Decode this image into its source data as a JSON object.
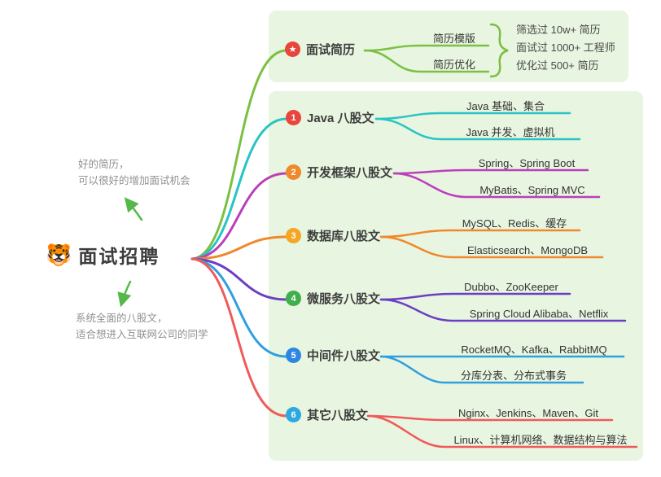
{
  "theme": {
    "background": "#ffffff",
    "panel_color": "#e8f5e0",
    "text_color": "#3c3c3c",
    "annotation_color": "#909090",
    "arrow_color": "#55b94a"
  },
  "center": {
    "icon": "🐯",
    "label": "面试招聘"
  },
  "annotations": {
    "top": [
      "好的简历，",
      "可以很好的增加面试机会"
    ],
    "bottom": [
      "系统全面的八股文，",
      "适合想进入互联网公司的同学"
    ]
  },
  "branches": [
    {
      "badge": "★",
      "badge_color": "#e8453c",
      "color": "#7bc043",
      "label": "面试简历",
      "children": [
        "简历模版",
        "简历优化"
      ],
      "notes": [
        "筛选过 10w+ 简历",
        "面试过 1000+ 工程师",
        "优化过 500+ 简历"
      ]
    },
    {
      "badge": "1",
      "badge_color": "#e8453c",
      "color": "#29c4c4",
      "label": "Java 八股文",
      "children": [
        "Java 基础、集合",
        "Java 并发、虚拟机"
      ]
    },
    {
      "badge": "2",
      "badge_color": "#f0882c",
      "color": "#bb3fbb",
      "label": "开发框架八股文",
      "children": [
        "Spring、Spring Boot",
        "MyBatis、Spring MVC"
      ]
    },
    {
      "badge": "3",
      "badge_color": "#f5a623",
      "color": "#f0882c",
      "label": "数据库八股文",
      "children": [
        "MySQL、Redis、缓存",
        "Elasticsearch、MongoDB"
      ]
    },
    {
      "badge": "4",
      "badge_color": "#3faf4e",
      "color": "#6b3fc4",
      "label": "微服务八股文",
      "children": [
        "Dubbo、ZooKeeper",
        "Spring Cloud Alibaba、Netflix"
      ]
    },
    {
      "badge": "5",
      "badge_color": "#2d87e2",
      "color": "#2f9fe0",
      "label": "中间件八股文",
      "children": [
        "RocketMQ、Kafka、RabbitMQ",
        "分库分表、分布式事务"
      ]
    },
    {
      "badge": "6",
      "badge_color": "#2da9e1",
      "color": "#f05a5a",
      "label": "其它八股文",
      "children": [
        "Nginx、Jenkins、Maven、Git",
        "Linux、计算机网络、数据结构与算法"
      ]
    }
  ]
}
